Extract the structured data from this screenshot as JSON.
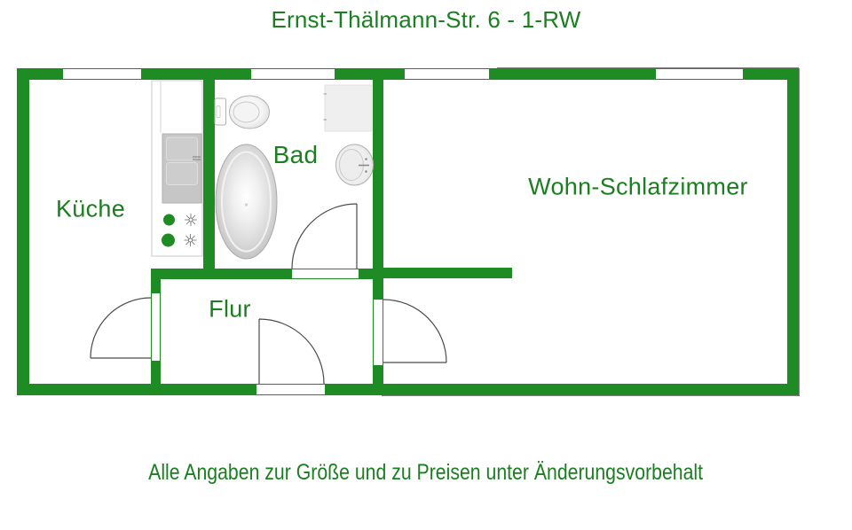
{
  "title": "Ernst-Thälmann-Str. 6 - 1-RW",
  "caption": "Alle Angaben zur Größe und zu Preisen unter Änderungsvorbehalt",
  "rooms": {
    "kitchen": "Küche",
    "bath": "Bad",
    "living": "Wohn-Schlafzimmer",
    "hall": "Flur"
  },
  "fixtures": [
    "kitchen-counter",
    "kitchen-sink",
    "stove-hotplates",
    "stove-burners",
    "toilet",
    "bathtub",
    "washbasin",
    "appliance"
  ],
  "counts": {
    "windows": 4,
    "doors": 4
  },
  "colors": {
    "wall_green": "#1f8b24",
    "text_green": "#1b7e20",
    "door_line": "#4a4a4a",
    "fixture_gray": "#c6c6c6",
    "background": "#ffffff"
  }
}
